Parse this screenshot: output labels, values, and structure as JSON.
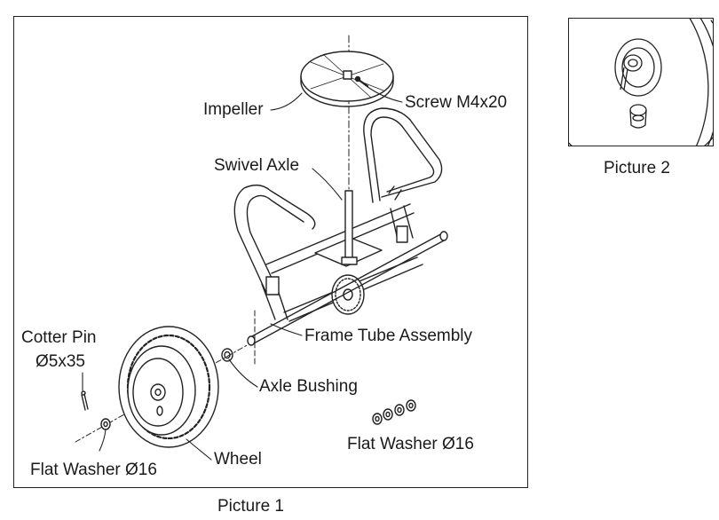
{
  "pictures": {
    "picture1_caption": "Picture 1",
    "picture2_caption": "Picture 2"
  },
  "labels": {
    "impeller": "Impeller",
    "screw": "Screw M4x20",
    "swivel_axle": "Swivel Axle",
    "frame_tube_assembly": "Frame Tube Assembly",
    "cotter_pin_line1": "Cotter Pin",
    "cotter_pin_line2": "Ø5x35",
    "axle_bushing": "Axle Bushing",
    "flat_washer_left": "Flat Washer Ø16",
    "wheel": "Wheel",
    "flat_washer_right": "Flat Washer Ø16"
  }
}
